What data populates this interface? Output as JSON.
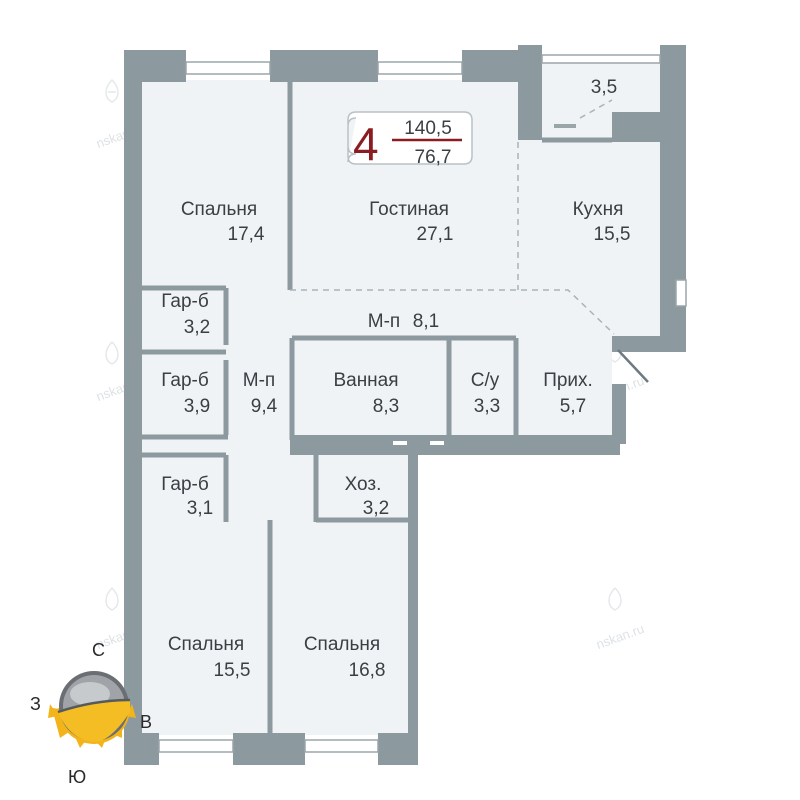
{
  "apartment": {
    "rooms_count": "4",
    "total_area": "140,5",
    "living_area": "76,7"
  },
  "rooms": {
    "bedroom_1": {
      "name": "Спальня",
      "area": "17,4"
    },
    "living": {
      "name": "Гостиная",
      "area": "27,1"
    },
    "kitchen": {
      "name": "Кухня",
      "area": "15,5"
    },
    "balcony": {
      "area": "3,5"
    },
    "wardrobe_1": {
      "name": "Гар-б",
      "area": "3,2"
    },
    "corridor_1": {
      "name": "М-п",
      "area": "8,1"
    },
    "wardrobe_2": {
      "name": "Гар-б",
      "area": "3,9"
    },
    "corridor_2": {
      "name": "М-п",
      "area": "9,4"
    },
    "bathroom": {
      "name": "Ванная",
      "area": "8,3"
    },
    "wc": {
      "name": "С/у",
      "area": "3,3"
    },
    "hall": {
      "name": "Прих.",
      "area": "5,7"
    },
    "wardrobe_3": {
      "name": "Гар-б",
      "area": "3,1"
    },
    "storage": {
      "name": "Хоз.",
      "area": "3,2"
    },
    "bedroom_2": {
      "name": "Спальня",
      "area": "15,5"
    },
    "bedroom_3": {
      "name": "Спальня",
      "area": "16,8"
    }
  },
  "compass": {
    "north": "С",
    "west": "З",
    "east": "В",
    "south": "Ю"
  },
  "watermark": "nskan.ru",
  "colors": {
    "wall": "#8c999f",
    "room": "#f0f3f5",
    "badge": "#8a1c22",
    "sun": "#f2b418"
  }
}
